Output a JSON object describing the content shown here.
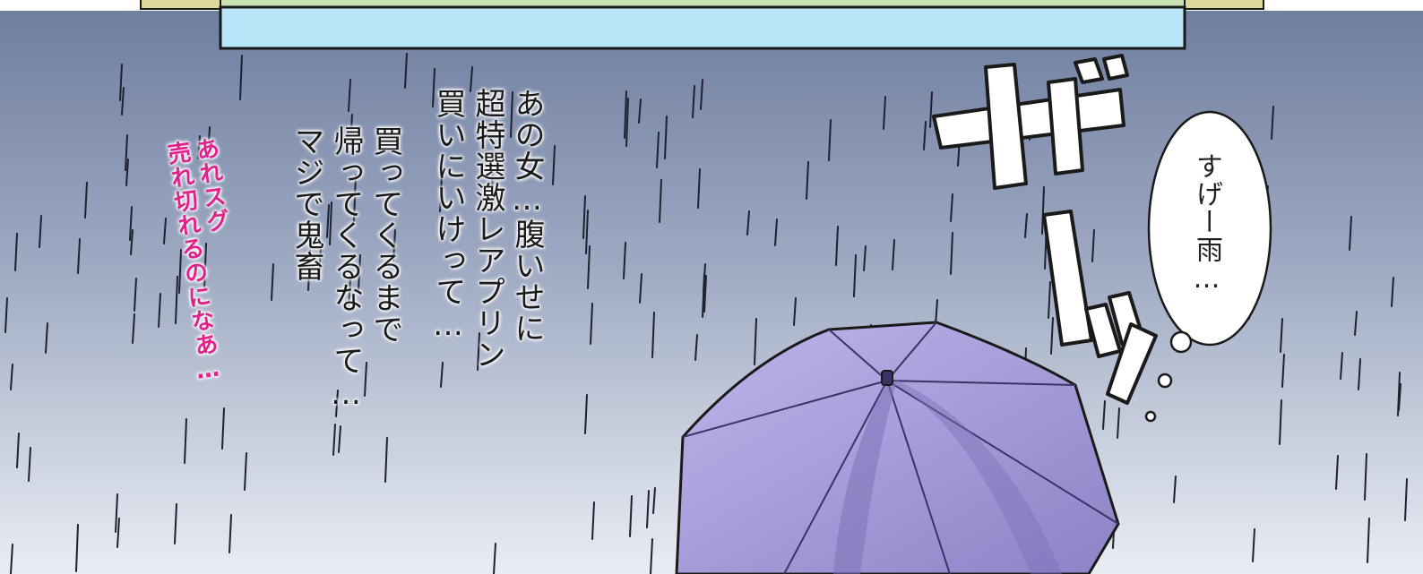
{
  "panel": {
    "monologue_left": "あの女…腹いせに\n超特選激レアプリン\n買いにいけって…",
    "monologue_right": "買ってくるまで\n帰ってくるなって…\nマジで鬼畜",
    "pink_whisper": "あれスグ\n売れ切れるのになあ…",
    "thought_bubble": "すげー雨…",
    "sound_effect": "ザーッ"
  },
  "colors": {
    "sky_top": "#6f7fa0",
    "sky_bottom": "#e9edf3",
    "umbrella": "#a59ad8",
    "umbrella_shadow": "#7d72b8",
    "pink_text": "#e0238a",
    "frame_blue": "#b8e6f8",
    "frame_green": "#c9e0b5",
    "frame_yellow": "#dcd99a"
  }
}
